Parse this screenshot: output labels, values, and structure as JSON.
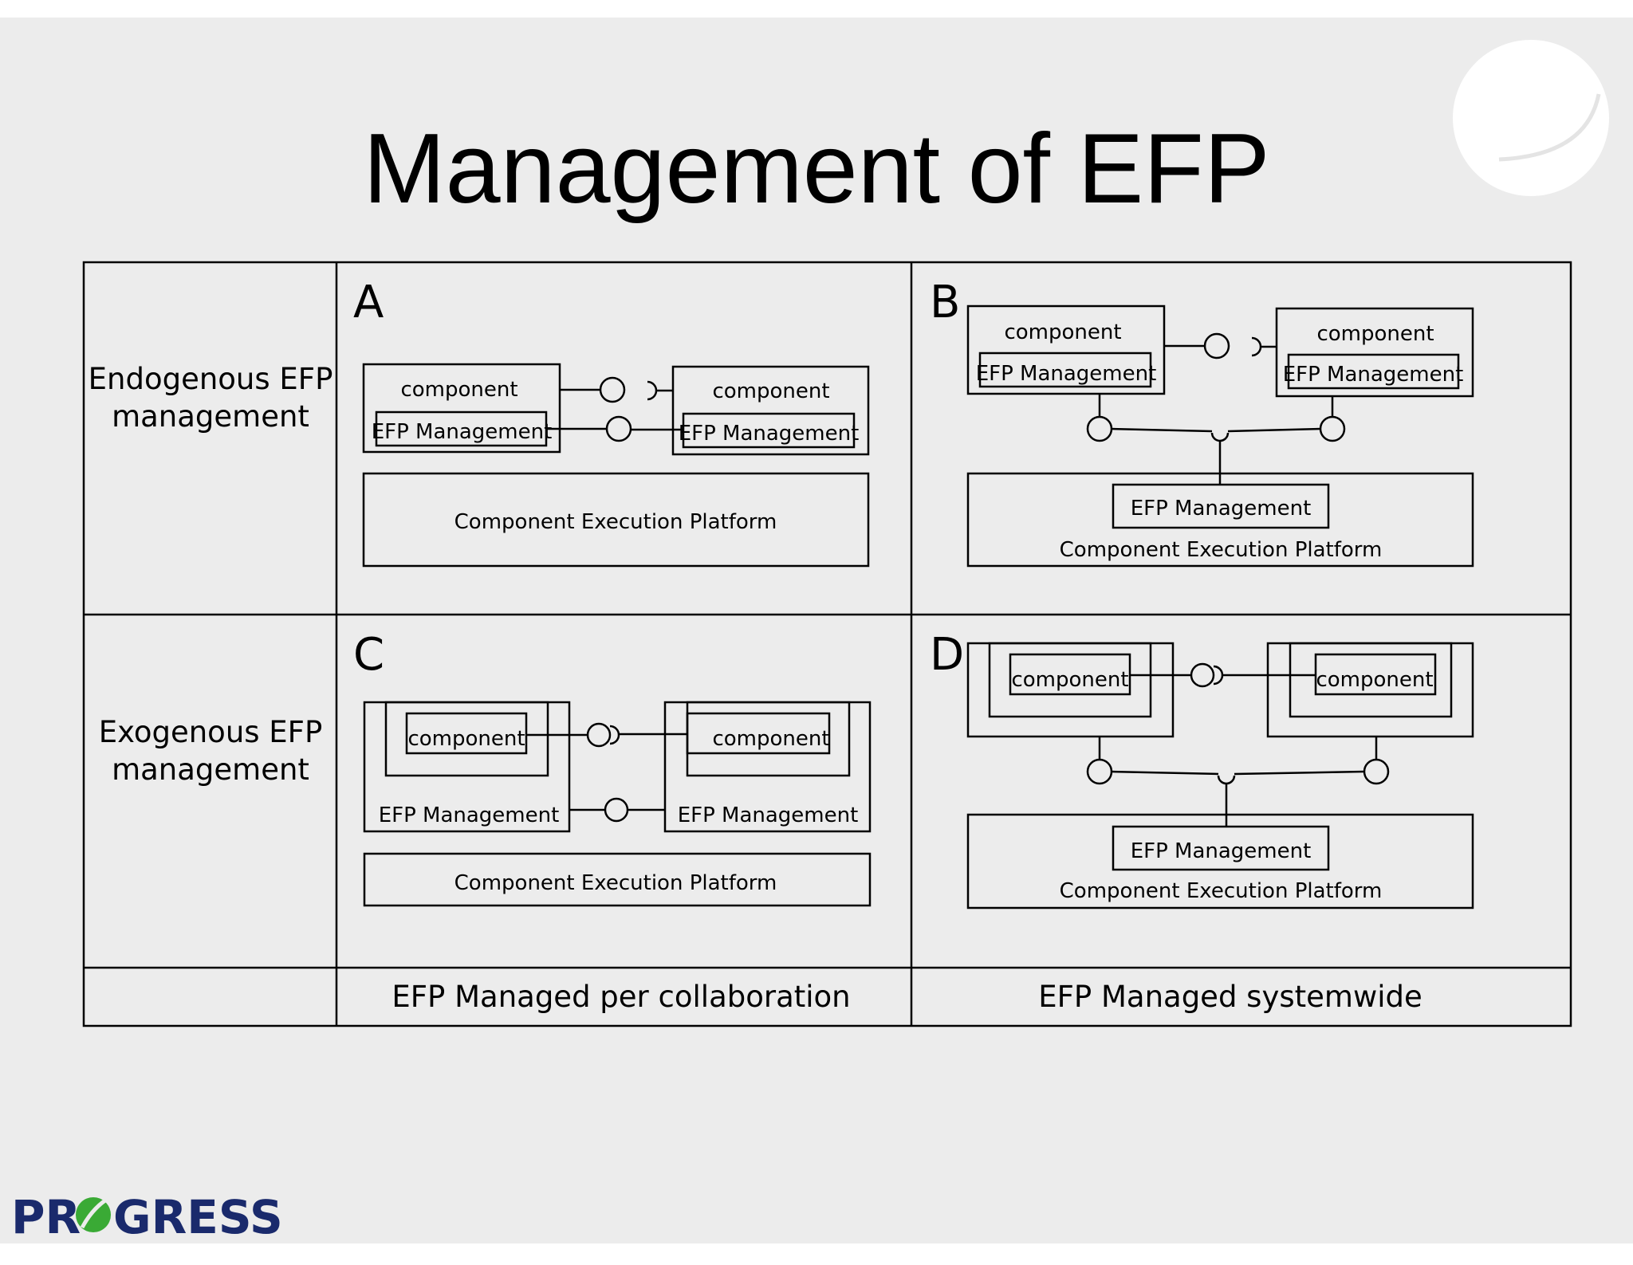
{
  "slide": {
    "title": "Management of EFP",
    "logo_text_pre": "PR",
    "logo_text_post": "GRESS",
    "colors": {
      "background": "#ececec",
      "logo_green": "#3aaa35",
      "logo_blue": "#1a2a6c",
      "ink": "#000000"
    }
  },
  "table": {
    "row_headers": [
      [
        "Endogenous EFP",
        "management"
      ],
      [
        "Exogenous EFP",
        "management"
      ]
    ],
    "column_footers": [
      "EFP Managed per collaboration",
      "EFP Managed systemwide"
    ]
  },
  "panels": {
    "A": {
      "letter": "A",
      "component_left": "component",
      "component_right": "component",
      "efp_left": "EFP Management",
      "efp_right": "EFP Management",
      "platform": "Component Execution Platform"
    },
    "B": {
      "letter": "B",
      "component_left": "component",
      "component_right": "component",
      "efp_left": "EFP Management",
      "efp_right": "EFP Management",
      "efp_platform": "EFP Management",
      "platform": "Component Execution Platform"
    },
    "C": {
      "letter": "C",
      "component_left": "component",
      "component_right": "component",
      "efp_left": "EFP Management",
      "efp_right": "EFP Management",
      "platform": "Component Execution Platform"
    },
    "D": {
      "letter": "D",
      "component_left": "component",
      "component_right": "component",
      "efp_platform": "EFP Management",
      "platform": "Component Execution Platform"
    }
  }
}
